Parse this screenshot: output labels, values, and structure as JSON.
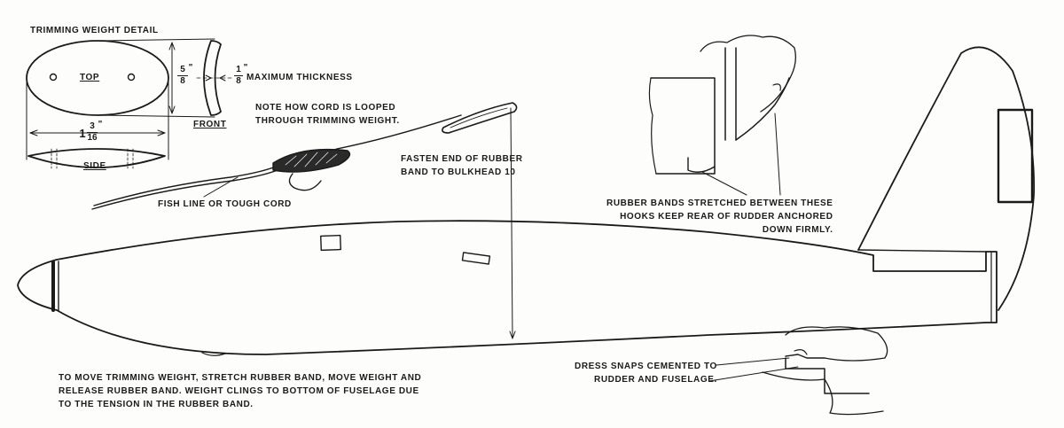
{
  "labels": {
    "trimming_weight_detail": "TRIMMING WEIGHT DETAIL",
    "top": "TOP",
    "side": "SIDE",
    "front": "FRONT",
    "maximum_thickness": "MAXIMUM THICKNESS",
    "note_cord": "NOTE HOW CORD IS LOOPED\nTHROUGH TRIMMING WEIGHT.",
    "fish_line": "FISH LINE OR TOUGH CORD",
    "fasten_end": "FASTEN END OF RUBBER\nBAND TO BULKHEAD 10",
    "rubber_bands": "RUBBER BANDS STRETCHED BETWEEN THESE\nHOOKS KEEP REAR OF RUDDER ANCHORED\nDOWN FIRMLY.",
    "to_move": "TO MOVE TRIMMING WEIGHT, STRETCH RUBBER BAND, MOVE WEIGHT AND\nRELEASE RUBBER BAND. WEIGHT CLINGS TO BOTTOM OF FUSELAGE DUE\nTO THE TENSION IN THE RUBBER BAND.",
    "dress_snaps": "DRESS SNAPS CEMENTED TO\nRUDDER AND FUSELAGE."
  },
  "dimensions": {
    "height_whole": "",
    "height_num": "5",
    "height_den": "8",
    "thickness_num": "1",
    "thickness_den": "8",
    "length_whole": "1",
    "length_num": "3",
    "length_den": "16",
    "inch_mark": "\""
  }
}
